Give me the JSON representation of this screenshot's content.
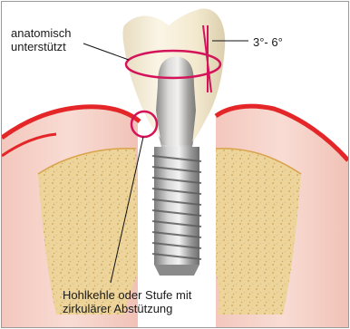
{
  "labels": {
    "anatomic_line1": "anatomisch",
    "anatomic_line2": "unterstützt",
    "angle": "3°- 6°",
    "chamfer_line1": "Hohlkehle oder Stufe mit",
    "chamfer_line2": "zirkulärer Abstützung"
  },
  "colors": {
    "highlight": "#d4145a",
    "gingiva": "#e52629",
    "bone": "#ecd49a",
    "crown": "#f6ecd3",
    "titanium": "#a9a9a9"
  }
}
